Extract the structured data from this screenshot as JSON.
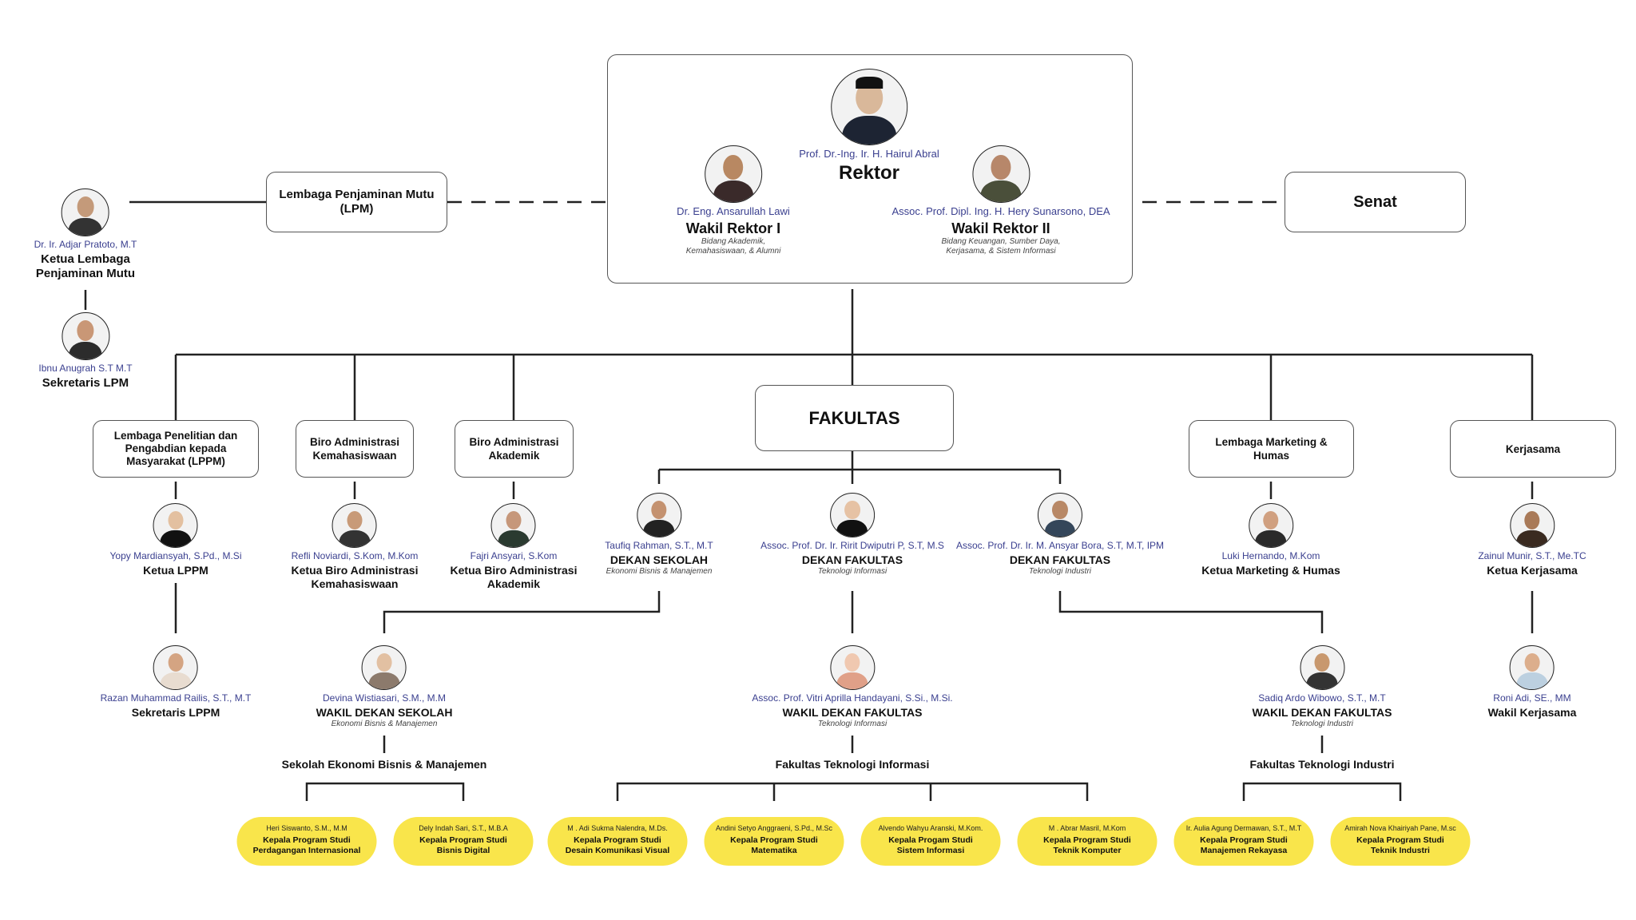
{
  "colors": {
    "line": "#222222",
    "name_text": "#3a3f8f",
    "pill": "#f9e54b",
    "box_border": "#555555"
  },
  "rektorat": {
    "rektor": {
      "name": "Prof. Dr.-Ing. Ir. H. Hairul Abral",
      "title": "Rektor"
    },
    "wakil1": {
      "name": "Dr. Eng. Ansarullah Lawi",
      "title": "Wakil Rektor I",
      "sub1": "Bidang Akademik,",
      "sub2": "Kemahasiswaan, & Alumni"
    },
    "wakil2": {
      "name": "Assoc. Prof. Dipl. Ing. H. Hery Sunarsono, DEA",
      "title": "Wakil Rektor II",
      "sub1": "Bidang Keuangan, Sumber Daya,",
      "sub2": "Kerjasama, & Sistem Informasi"
    }
  },
  "lpm": {
    "box_line1": "Lembaga Penjaminan Mutu",
    "box_line2": "(LPM)",
    "ketua": {
      "name": "Dr. Ir. Adjar Pratoto, M.T",
      "title_line1": "Ketua Lembaga",
      "title_line2": "Penjaminan Mutu"
    },
    "sekretaris": {
      "name": "Ibnu Anugrah S.T M.T",
      "title": "Sekretaris LPM"
    }
  },
  "senat": {
    "label": "Senat"
  },
  "units": {
    "lppm": {
      "box_line1": "Lembaga Penelitian dan",
      "box_line2": "Pengabdian kepada",
      "box_line3": "Masyarakat (LPPM)",
      "ketua": {
        "name": "Yopy Mardiansyah, S.Pd., M.Si",
        "title": "Ketua LPPM"
      },
      "sekretaris": {
        "name": "Razan Muhammad Railis, S.T., M.T",
        "title": "Sekretaris LPPM"
      }
    },
    "biro_kem": {
      "box_line1": "Biro Administrasi",
      "box_line2": "Kemahasiswaan",
      "ketua": {
        "name": "Refli Noviardi, S.Kom, M.Kom",
        "title_line1": "Ketua Biro Administrasi",
        "title_line2": "Kemahasiswaan"
      }
    },
    "biro_ak": {
      "box_line1": "Biro Administrasi",
      "box_line2": "Akademik",
      "ketua": {
        "name": "Fajri Ansyari, S.Kom",
        "title_line1": "Ketua Biro Administrasi",
        "title_line2": "Akademik"
      }
    },
    "fakultas": {
      "label": "FAKULTAS"
    },
    "marketing": {
      "box_line1": "Lembaga Marketing &",
      "box_line2": "Humas",
      "ketua": {
        "name": "Luki Hernando, M.Kom",
        "title": "Ketua Marketing & Humas"
      }
    },
    "kerjasama": {
      "box_line1": "Kerjasama",
      "ketua": {
        "name": "Zainul Munir, S.T., Me.TC",
        "title": "Ketua Kerjasama"
      },
      "wakil": {
        "name": "Roni Adi, SE., MM",
        "title": "Wakil Kerjasama"
      }
    }
  },
  "faculties": [
    {
      "dean": {
        "name": "Taufiq Rahman, S.T., M.T",
        "title": "DEKAN SEKOLAH",
        "sub": "Ekonomi Bisnis & Manajemen"
      },
      "vice": {
        "name": "Devina Wistiasari, S.M., M.M",
        "title": "WAKIL DEKAN SEKOLAH",
        "sub": "Ekonomi Bisnis & Manajemen"
      },
      "group": "Sekolah Ekonomi Bisnis & Manajemen"
    },
    {
      "dean": {
        "name": "Assoc. Prof. Dr. Ir. Ririt Dwiputri P, S.T, M.S",
        "title": "DEKAN FAKULTAS",
        "sub": "Teknologi Informasi"
      },
      "vice": {
        "name": "Assoc. Prof. Vitri Aprilla Handayani, S.Si., M.Si.",
        "title": "WAKIL DEKAN FAKULTAS",
        "sub": "Teknologi Informasi"
      },
      "group": "Fakultas Teknologi Informasi"
    },
    {
      "dean": {
        "name": "Assoc. Prof. Dr. Ir. M. Ansyar Bora, S.T, M.T, IPM",
        "title": "DEKAN FAKULTAS",
        "sub": "Teknologi Industri"
      },
      "vice": {
        "name": "Sadiq Ardo Wibowo, S.T., M.T",
        "title": "WAKIL DEKAN FAKULTAS",
        "sub": "Teknologi Industri"
      },
      "group": "Fakultas Teknologi Industri"
    }
  ],
  "programs": [
    {
      "name": "Heri Siswanto, S.M., M.M",
      "title": "Kepala Program Studi",
      "prodi": "Perdagangan Internasional"
    },
    {
      "name": "Dely Indah Sari, S.T., M.B.A",
      "title": "Kepala Program Studi",
      "prodi": "Bisnis Digital"
    },
    {
      "name": "M . Adi Sukma Nalendra, M.Ds.",
      "title": "Kepala Program Studi",
      "prodi": "Desain Komunikasi Visual"
    },
    {
      "name": "Andini Setyo Anggraeni, S.Pd., M.Sc",
      "title": "Kepala Program Studi",
      "prodi": "Matematika"
    },
    {
      "name": "Alvendo Wahyu Aranski, M.Kom.",
      "title": "Kepala Progam Studi",
      "prodi": "Sistem Informasi"
    },
    {
      "name": "M . Abrar Masril, M.Kom",
      "title": "Kepala Program Studi",
      "prodi": "Teknik Komputer"
    },
    {
      "name": "Ir. Aulia Agung Dermawan, S.T., M.T",
      "title": "Kepala Program Studi",
      "prodi": "Manajemen Rekayasa"
    },
    {
      "name": "Amirah Nova Khairiyah Pane, M.sc",
      "title": "Kepala Program Studi",
      "prodi": "Teknik Industri"
    }
  ]
}
